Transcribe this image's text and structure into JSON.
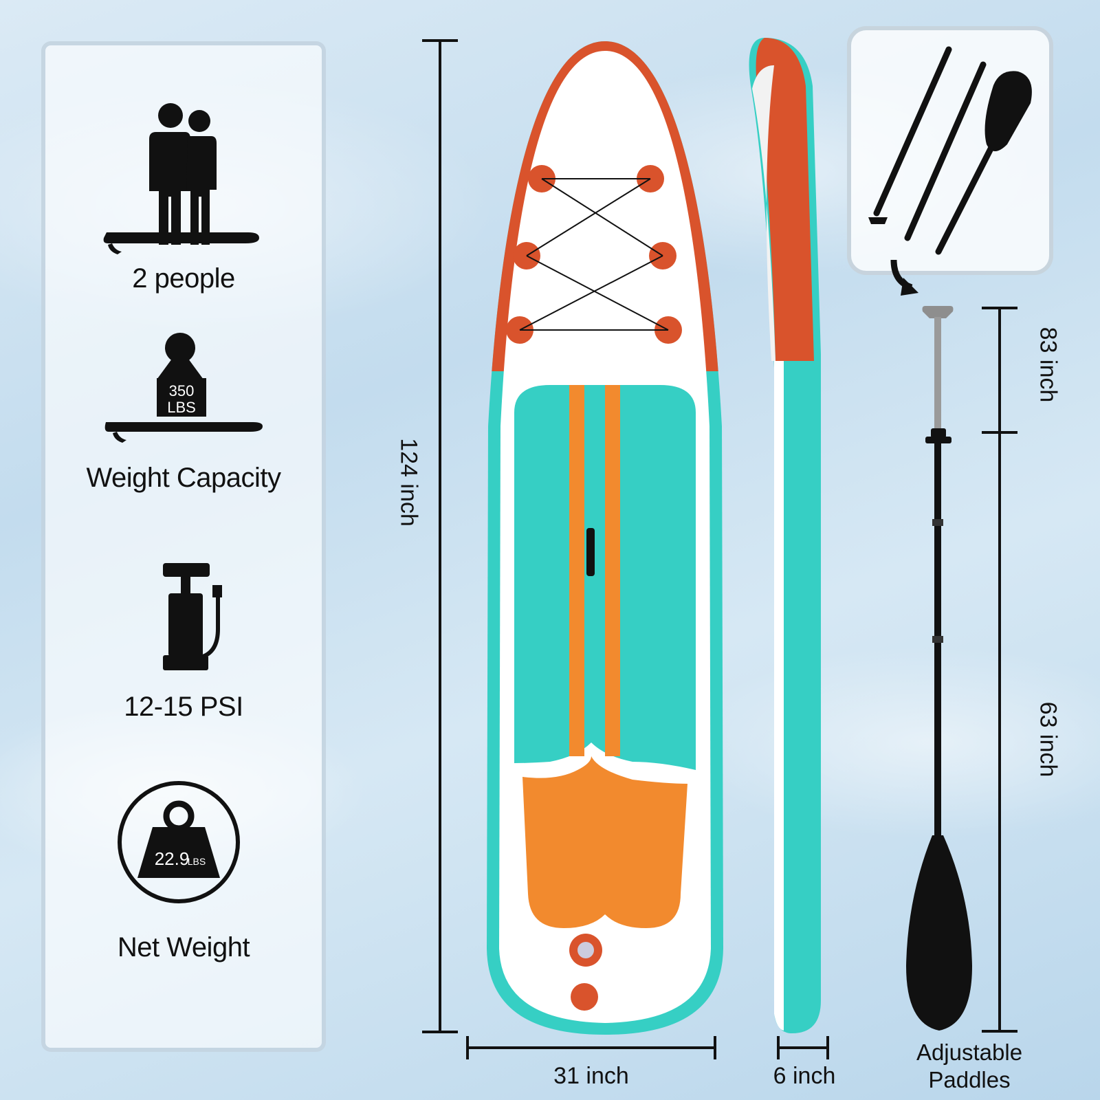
{
  "colors": {
    "teal": "#36cfc4",
    "orange": "#f28a2e",
    "red_orange": "#d9532c",
    "white": "#ffffff",
    "black": "#111111"
  },
  "features": [
    {
      "icon": "two-people-icon",
      "label": "2 people"
    },
    {
      "icon": "weight-capacity-icon",
      "label": "Weight Capacity",
      "badge_top": "350",
      "badge_bottom": "LBS"
    },
    {
      "icon": "pump-icon",
      "label": "12-15 PSI"
    },
    {
      "icon": "net-weight-icon",
      "label": "Net Weight",
      "badge": "22.9",
      "badge_unit": "LBS"
    }
  ],
  "dimensions": {
    "length": "124 inch",
    "width": "31 inch",
    "thickness": "6 inch",
    "paddle_upper": "83 inch",
    "paddle_lower": "63 inch"
  },
  "paddle_caption_line1": "Adjustable",
  "paddle_caption_line2": "Paddles"
}
